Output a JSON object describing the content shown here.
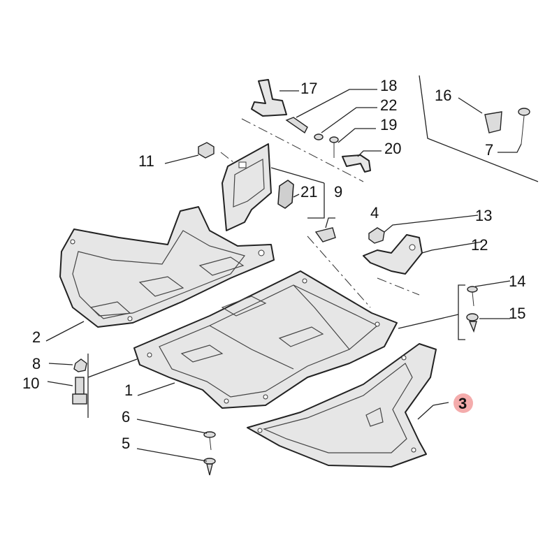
{
  "callouts": {
    "c1": "1",
    "c2": "2",
    "c3": "3",
    "c4": "4",
    "c5": "5",
    "c6": "6",
    "c7": "7",
    "c8": "8",
    "c9": "9",
    "c10": "10",
    "c11": "11",
    "c12": "12",
    "c13": "13",
    "c14": "14",
    "c15": "15",
    "c16": "16",
    "c17": "17",
    "c18": "18",
    "c19": "19",
    "c20": "20",
    "c21": "21",
    "c22": "22"
  },
  "highlight": {
    "callout": "3",
    "color": "#e01010"
  },
  "colors": {
    "line": "#222222",
    "fill": "#e6e6e6",
    "background": "#ffffff"
  }
}
